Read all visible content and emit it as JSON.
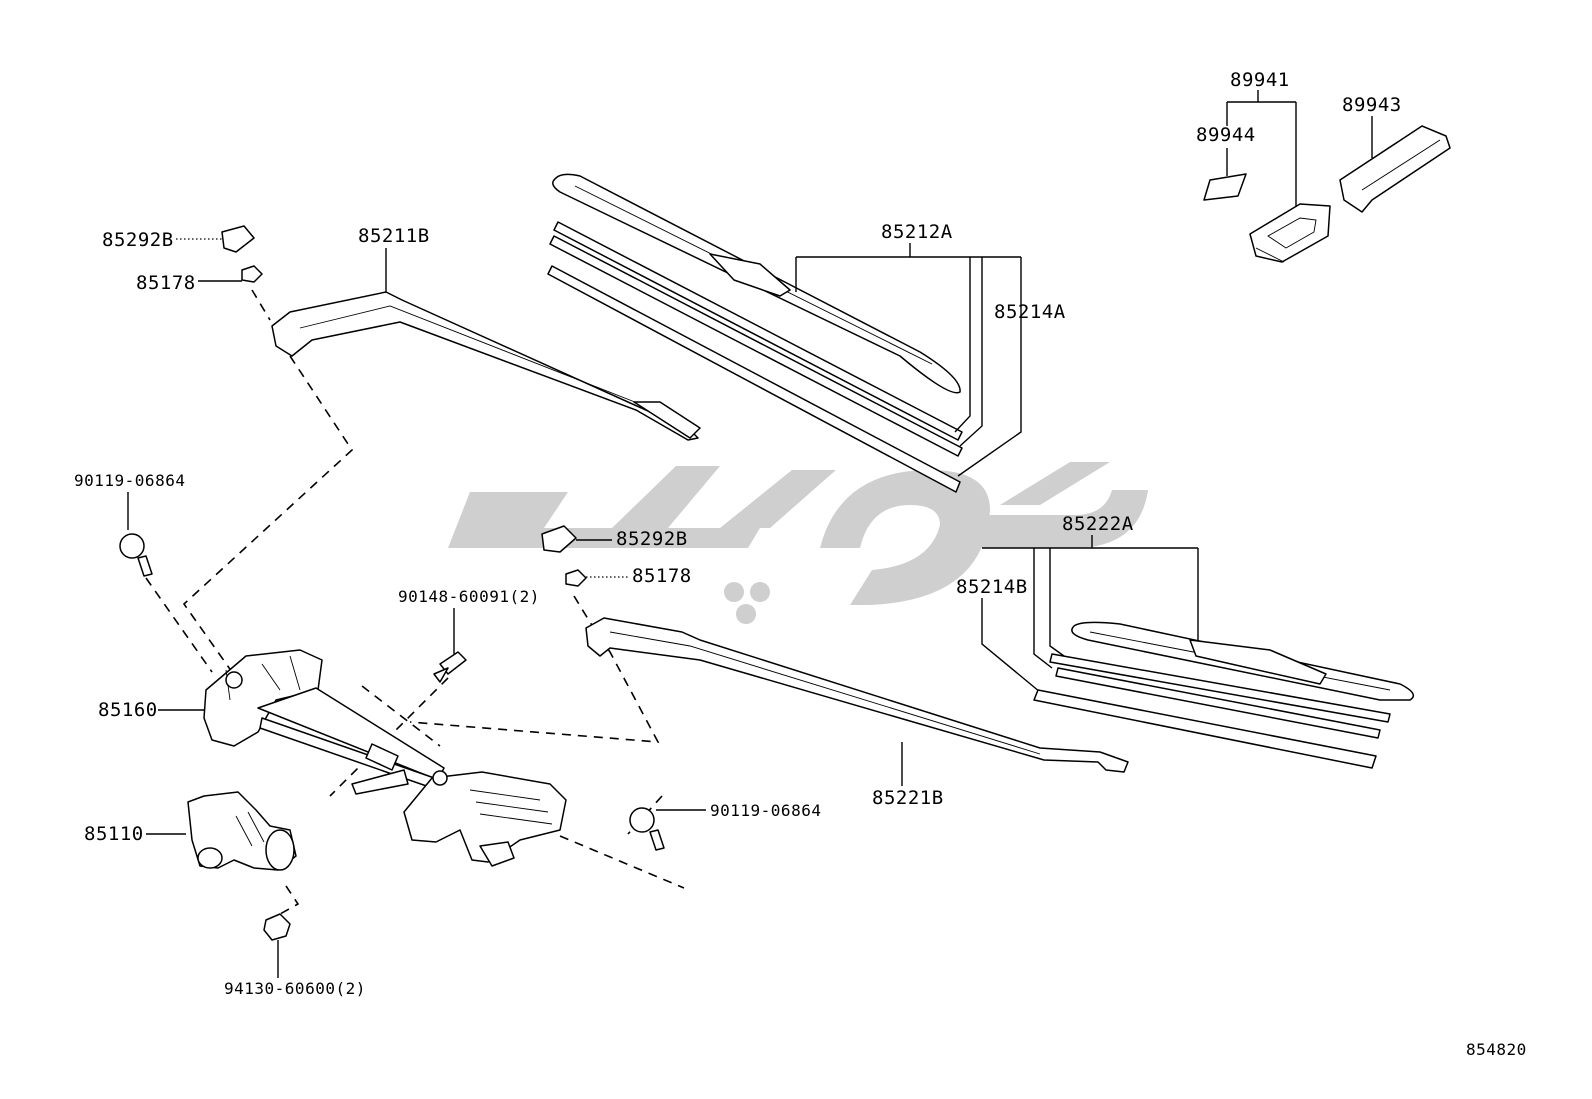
{
  "diagram": {
    "watermark": "باویل",
    "figure_code": "854820",
    "labels": {
      "p89941": "89941",
      "p89943": "89943",
      "p89944": "89944",
      "p85212A": "85212A",
      "p85214A": "85214A",
      "p85292B_top": "85292B",
      "p85178_top": "85178",
      "p85211B": "85211B",
      "p90119_top": "90119-06864",
      "p85292B_mid": "85292B",
      "p85178_mid": "85178",
      "p90148": "90148-60091(2)",
      "p85222A": "85222A",
      "p85214B": "85214B",
      "p85160": "85160",
      "p85110": "85110",
      "p90119_bot": "90119-06864",
      "p85221B": "85221B",
      "p94130": "94130-60600(2)"
    }
  }
}
